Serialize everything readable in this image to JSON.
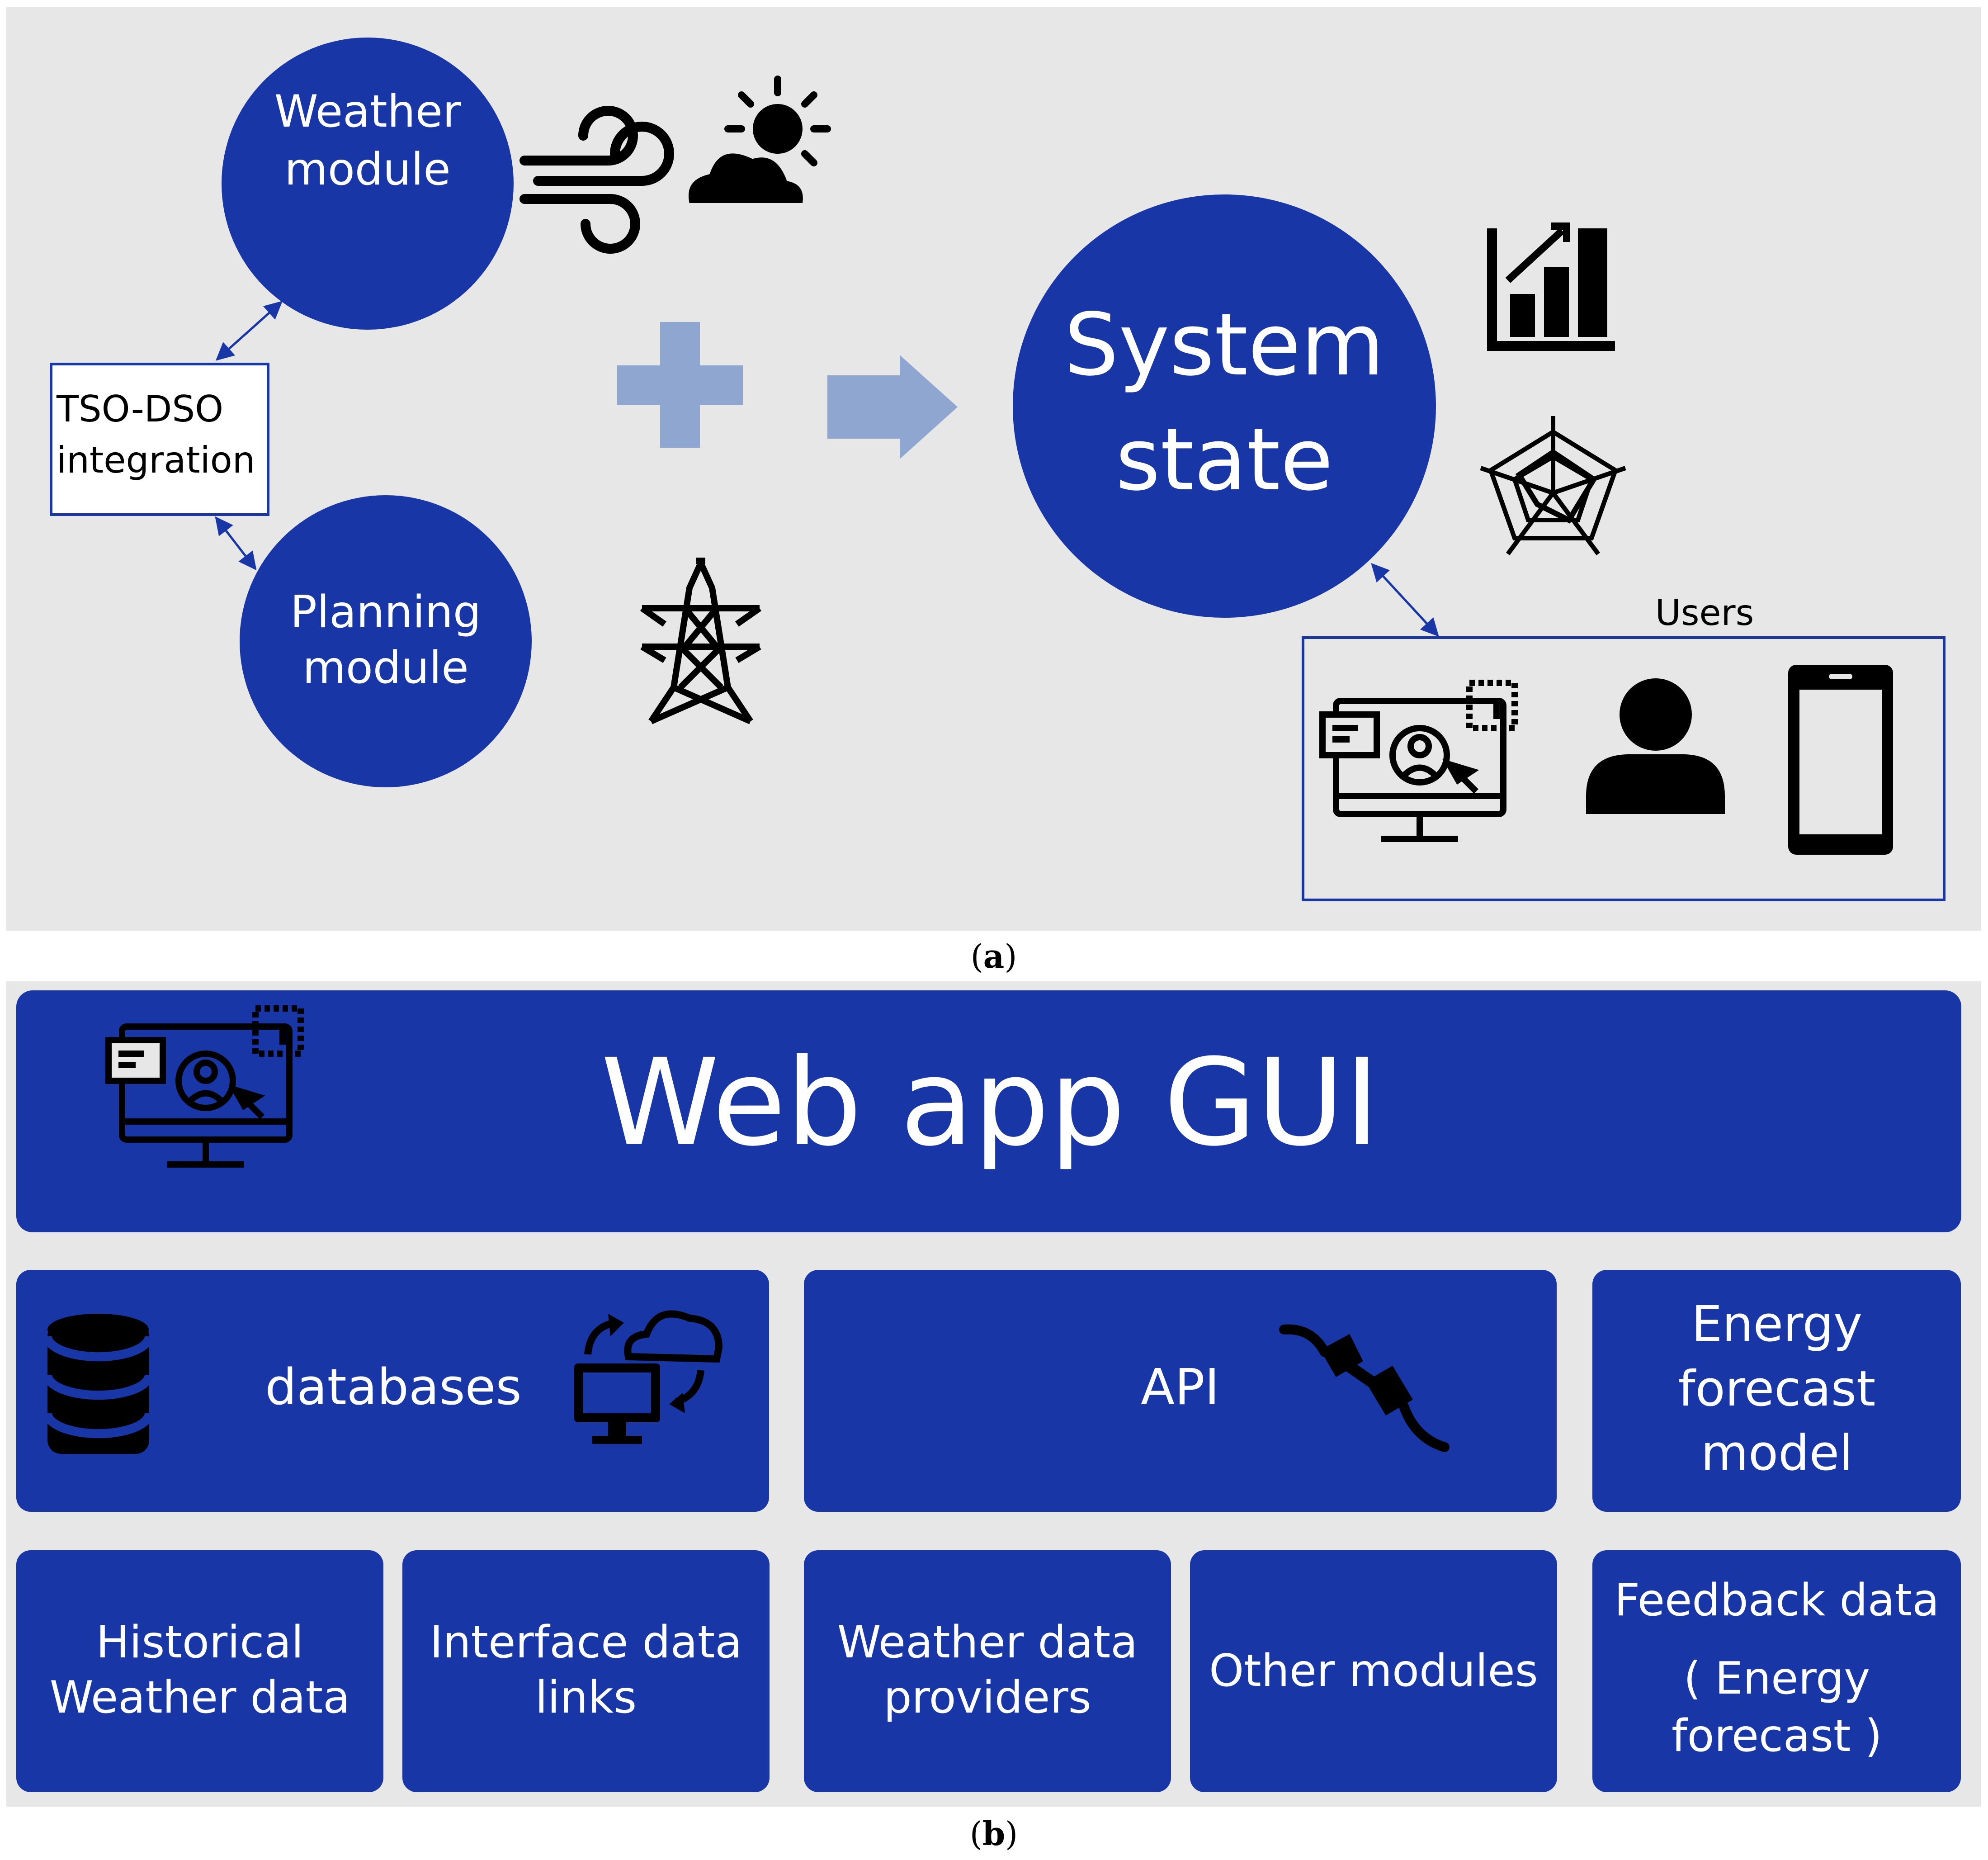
{
  "panel_a": {
    "weather_module": [
      "Weather",
      "module"
    ],
    "planning_module": [
      "Planning",
      "module"
    ],
    "tso_dso": [
      "TSO-DSO",
      "integration"
    ],
    "system_state": [
      "System",
      "state"
    ],
    "users_label": "Users",
    "caption": {
      "open": "(",
      "letter": "a",
      "close": ")"
    }
  },
  "panel_b": {
    "header": "Web app GUI",
    "databases": "databases",
    "api": "API",
    "energy_forecast": [
      "Energy",
      "forecast",
      "model"
    ],
    "historical": [
      "Historical",
      "Weather data"
    ],
    "interface": [
      "Interface data",
      "links"
    ],
    "weather_providers": [
      "Weather data",
      "providers"
    ],
    "other_modules": "Other modules",
    "feedback": [
      "Feedback data",
      "( Energy",
      "forecast )"
    ],
    "caption": {
      "open": "(",
      "letter": "b",
      "close": ")"
    }
  },
  "colors": {
    "panel_bg": "#e7e7e7",
    "blue": "#1836a6",
    "light_blue": "#8fa6d0",
    "text_light": "#ffffff"
  },
  "icons": [
    "wind-icon",
    "sun-cloud-icon",
    "plus-icon",
    "arrow-right-icon",
    "bar-chart-icon",
    "radar-chart-icon",
    "transmission-tower-icon",
    "monitor-user-icon",
    "person-icon",
    "smartphone-icon",
    "database-icon",
    "cloud-sync-icon",
    "plug-icon"
  ]
}
